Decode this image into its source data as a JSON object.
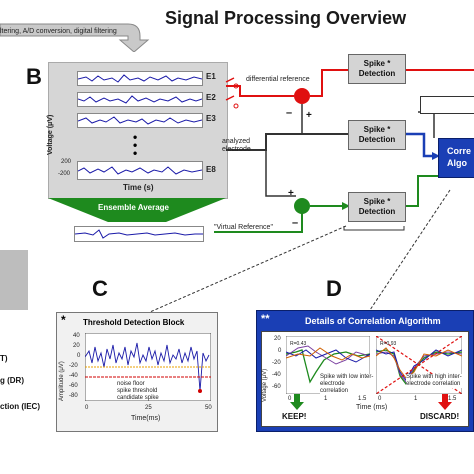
{
  "title": "Signal Processing Overview",
  "banner_text": "ltering, A/D conversion, digital filtering",
  "panel_letters": {
    "b": "B",
    "c": "C",
    "d": "D"
  },
  "panel_b": {
    "electrodes": [
      "E1",
      "E2",
      "E3",
      "E8"
    ],
    "y_axis_label": "Voltage (μV)",
    "x_axis_label": "Time (s)",
    "tick_top": "200",
    "tick_bottom": "-200",
    "ensemble_label": "Ensemble Average",
    "virtual_ref_label": "\"Virtual Reference\"",
    "differential_label": "differential reference",
    "analyzed_label": "analyzed electrode"
  },
  "spike_boxes": [
    {
      "line1": "Spike *",
      "line2": "Detection"
    },
    {
      "line1": "Spike *",
      "line2": "Detection"
    },
    {
      "line1": "Spike *",
      "line2": "Detection"
    }
  ],
  "correlation_box": {
    "line1": "Corre",
    "line2": "Algo"
  },
  "threshold_panel": {
    "star": "*",
    "title": "Threshold Detection Block",
    "y_label": "Amplitude (μV)",
    "x_label": "Time(ms)",
    "y_ticks": [
      "40",
      "20",
      "0",
      "-20",
      "-40",
      "-60",
      "-80"
    ],
    "x_ticks": [
      "0",
      "25",
      "50"
    ],
    "legend": [
      "noise floor",
      "spike threshold",
      "candidate spike"
    ]
  },
  "correlation_panel": {
    "stars": "**",
    "title": "Details of  Correlation Algorithm",
    "y_label": "Voltage (μV)",
    "x_label": "Time (ms)",
    "y_ticks": [
      "20",
      "0",
      "-20",
      "-40",
      "-60"
    ],
    "x_ticks": [
      "0",
      "1",
      "1.5",
      "0",
      "1",
      "1.5"
    ],
    "r_left": "R=0.43",
    "r_right": "R=0.93",
    "note_left": "Spike with low inter-electrode correlation",
    "note_right": "Spike with high inter-electrode correlation",
    "keep": "KEEP!",
    "discard": "DISCARD!"
  },
  "left_labels": [
    "T)",
    "g (DR)",
    "ction (IEC)"
  ],
  "colors": {
    "red": "#e01010",
    "green": "#1e8a1e",
    "blue": "#1a3fb5",
    "trace": "#1a1aa8"
  }
}
